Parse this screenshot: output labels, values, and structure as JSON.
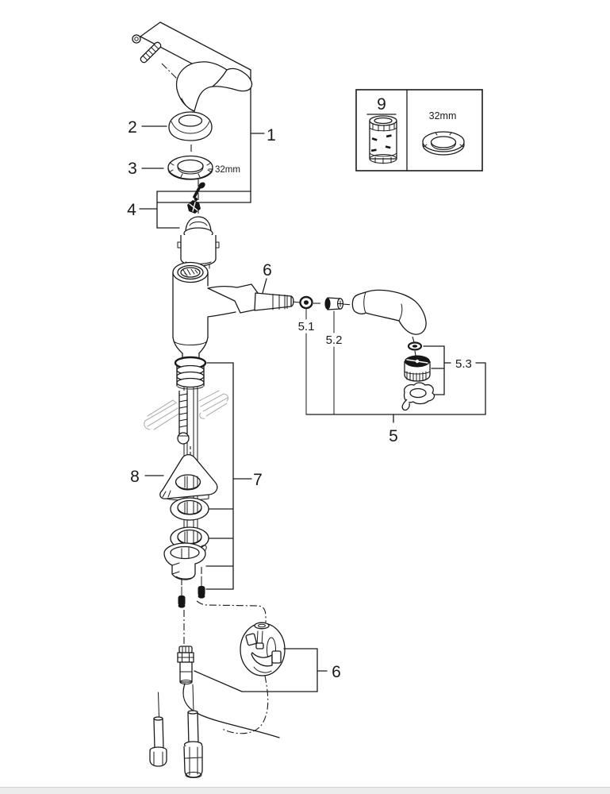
{
  "diagram": {
    "kind": "exploded-parts-diagram",
    "subject": "single-lever pull-out kitchen faucet",
    "callouts": {
      "part1": "1",
      "part2": "2",
      "part3": "3",
      "part4": "4",
      "part5": "5",
      "part5_1": "5.1",
      "part5_2": "5.2",
      "part5_3": "5.3",
      "part6_spout": "6",
      "part6_hose": "6",
      "part7": "7",
      "part8": "8",
      "part9": "9",
      "ring_size_label": "32mm",
      "box_ring_size_label": "32mm"
    },
    "parts_semantic": [
      {
        "callout": "1",
        "name": "handle-assembly"
      },
      {
        "callout": "2",
        "name": "cap-ring"
      },
      {
        "callout": "3",
        "name": "mounting-ring-32mm"
      },
      {
        "callout": "4",
        "name": "cartridge-with-screw"
      },
      {
        "callout": "5",
        "name": "spout-outlet-group"
      },
      {
        "callout": "5.1",
        "name": "seal"
      },
      {
        "callout": "5.2",
        "name": "check-valve"
      },
      {
        "callout": "5.3",
        "name": "aerator-set"
      },
      {
        "callout": "6",
        "name": "spout-and-hose-coupling"
      },
      {
        "callout": "7",
        "name": "fixing-set"
      },
      {
        "callout": "8",
        "name": "mounting-bracket"
      },
      {
        "callout": "9",
        "name": "service-tool-box"
      }
    ],
    "colors": {
      "background": "#ffffff",
      "line": "#1a1a1a",
      "sketch_gray": "#b0b0b0",
      "footer_bar": "#ececec"
    }
  }
}
